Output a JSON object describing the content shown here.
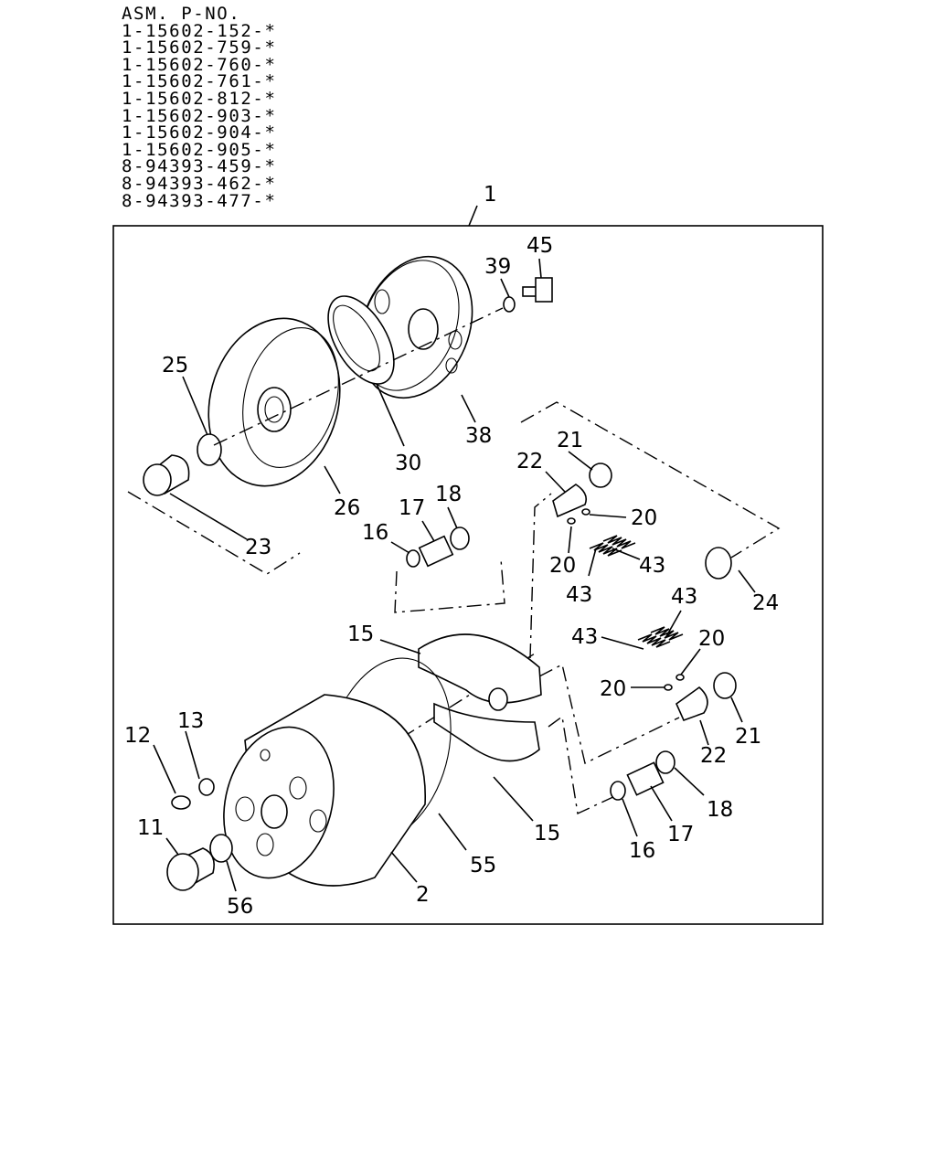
{
  "header": {
    "title": "ASM. P-NO.",
    "asm_numbers": [
      "1-15602-152-*",
      "1-15602-759-*",
      "1-15602-760-*",
      "1-15602-761-*",
      "1-15602-812-*",
      "1-15602-903-*",
      "1-15602-904-*",
      "1-15602-905-*",
      "8-94393-459-*",
      "8-94393-462-*",
      "8-94393-477-*"
    ]
  },
  "callouts": {
    "c1": "1",
    "c45": "45",
    "c39": "39",
    "c25": "25",
    "c38": "38",
    "c30": "30",
    "c21a": "21",
    "c22a": "22",
    "c26": "26",
    "c23": "23",
    "c17a": "17",
    "c18a": "18",
    "c16a": "16",
    "c20a": "20",
    "c20b": "20",
    "c43a": "43",
    "c43b": "43",
    "c24": "24",
    "c43c": "43",
    "c43d": "43",
    "c20c": "20",
    "c15a": "15",
    "c20d": "20",
    "c13": "13",
    "c12": "12",
    "c21b": "21",
    "c22b": "22",
    "c18b": "18",
    "c11": "11",
    "c15b": "15",
    "c17b": "17",
    "c55": "55",
    "c16b": "16",
    "c56": "56",
    "c2": "2"
  }
}
